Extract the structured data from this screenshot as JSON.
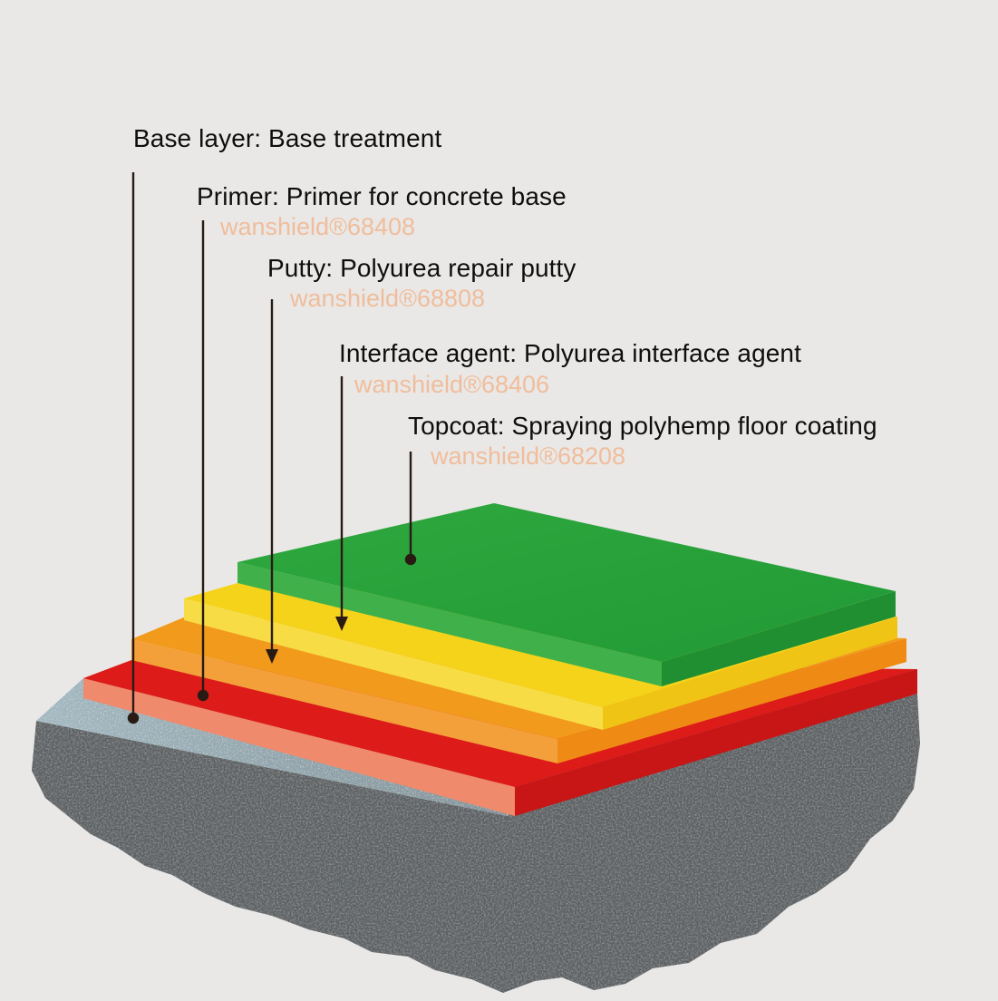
{
  "layers": [
    {
      "id": "base",
      "title": "Base layer: Base treatment",
      "product": ""
    },
    {
      "id": "primer",
      "title": "Primer: Primer for concrete base",
      "product": "wanshield®68408"
    },
    {
      "id": "putty",
      "title": "Putty: Polyurea repair putty",
      "product": "wanshield®68808"
    },
    {
      "id": "interface",
      "title": "Interface agent: Polyurea interface agent",
      "product": "wanshield®68406"
    },
    {
      "id": "topcoat",
      "title": "Topcoat: Spraying polyhemp floor coating",
      "product": "wanshield®68208"
    }
  ],
  "colors": {
    "background": "#e9e8e6",
    "concrete": "#5a5e60",
    "concrete_top": "#8fa4ad",
    "primer_red": "#dd1c1a",
    "primer_edge": "#f08a6c",
    "putty_orange": "#f29a1c",
    "interface_yellow": "#f5d31a",
    "topcoat_green": "#2da23c",
    "product_text": "#f0bd9c",
    "leader_line": "#2a1a14"
  }
}
